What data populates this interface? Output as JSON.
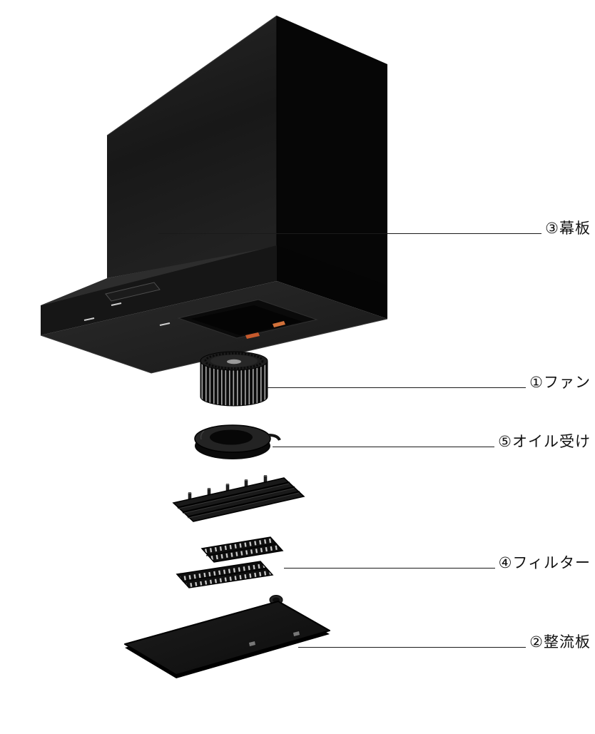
{
  "diagram": {
    "background": "#ffffff",
    "colors": {
      "body_black": "#0a0a0a",
      "panel_gray": "#1f1f1f",
      "accent_orange": "#c65a2d",
      "leader_line": "#1a1a1a",
      "label_text": "#111111"
    },
    "parts": [
      {
        "callout": "③",
        "name": "幕板",
        "label": "③幕板"
      },
      {
        "callout": "①",
        "name": "ファン",
        "label": "①ファン"
      },
      {
        "callout": "⑤",
        "name": "オイル受け",
        "label": "⑤オイル受け"
      },
      {
        "callout": "④",
        "name": "フィルター",
        "label": "④フィルター"
      },
      {
        "callout": "②",
        "name": "整流板",
        "label": "②整流板"
      }
    ]
  }
}
